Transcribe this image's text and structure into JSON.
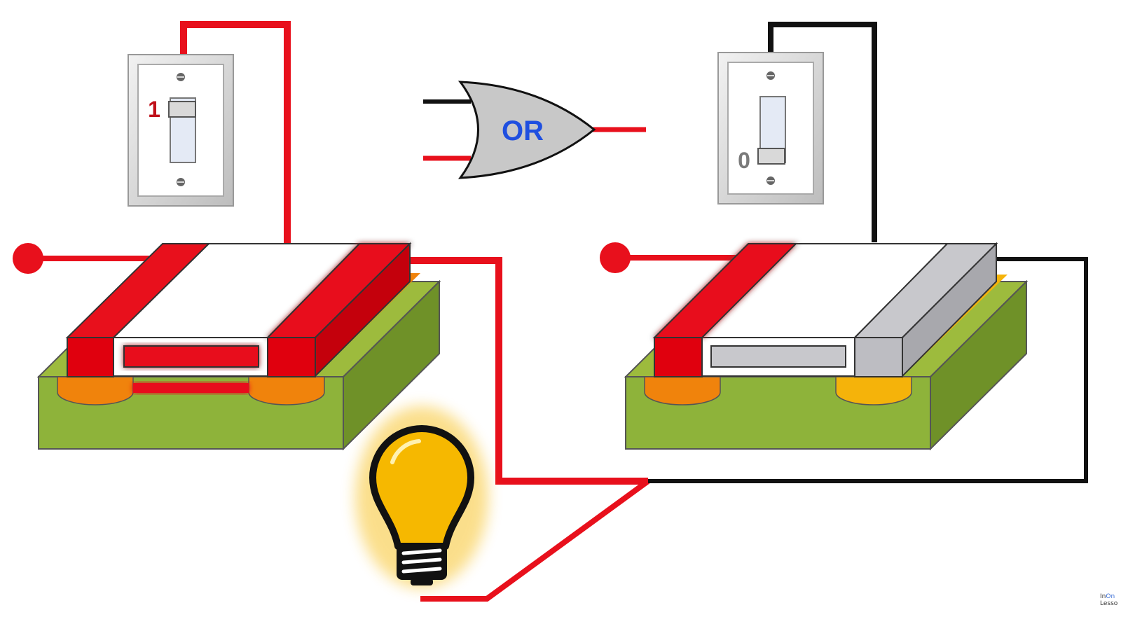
{
  "gate": {
    "label": "OR"
  },
  "left_switch": {
    "state_label": "1"
  },
  "right_switch": {
    "state_label": "0"
  },
  "watermark": {
    "line1_a": "In",
    "line1_b": "On",
    "line2": "Lesso"
  },
  "colors": {
    "active_wire": "#e8101c",
    "inactive_wire": "#111111",
    "gate_fill": "#c8c8c8",
    "gate_label": "#1f4fe0",
    "substrate_top": "#9dbb3d",
    "substrate_front": "#8eb33a",
    "substrate_side": "#6f9128",
    "active_terminal": "#e8101c",
    "inactive_terminal": "#c8c8cc",
    "active_well": "#f0830c",
    "inactive_well": "#f5b30a",
    "bulb_glow": "#f6b800"
  }
}
